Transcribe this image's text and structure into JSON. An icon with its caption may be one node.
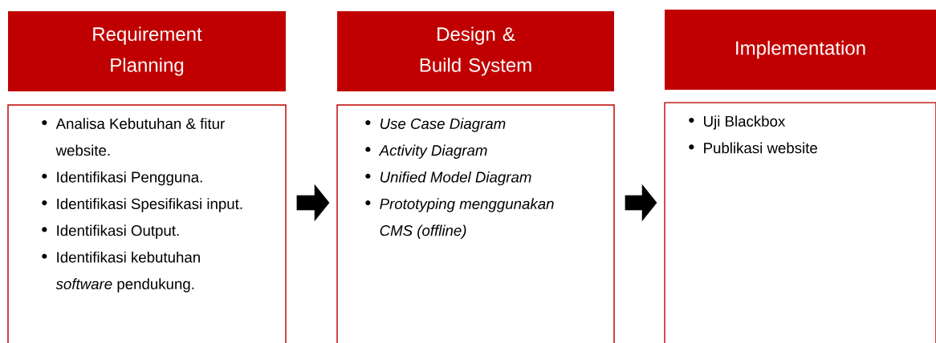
{
  "diagram": {
    "nodes": [
      {
        "text": [
          "Requirement Planning"
        ]
      },
      {
        "text": [
          "Analisa Kebutuhan & fitur website.",
          "Identifikasi Pengguna.",
          "Identifikasi Spesifikasi input.",
          "Identifikasi Output.",
          "Identifikasi kebutuhan *software* pendukung."
        ]
      },
      {
        "text": [
          "Design & Build System"
        ]
      },
      {
        "text": [
          "Use Case Diagram",
          "Activity Diagram",
          "Unified Model Diagram",
          "*Prototyping* menggunakan CMS *(offline)*"
        ]
      },
      {
        "text": [
          "Implementation"
        ]
      },
      {
        "text": [
          "Uji Blackbox",
          "Publikasi website"
        ]
      }
    ],
    "edges": [
      {
        "from": 1,
        "to": 3,
        "arrow": "to"
      },
      {
        "from": 3,
        "to": 5,
        "arrow": "to"
      }
    ]
  }
}
